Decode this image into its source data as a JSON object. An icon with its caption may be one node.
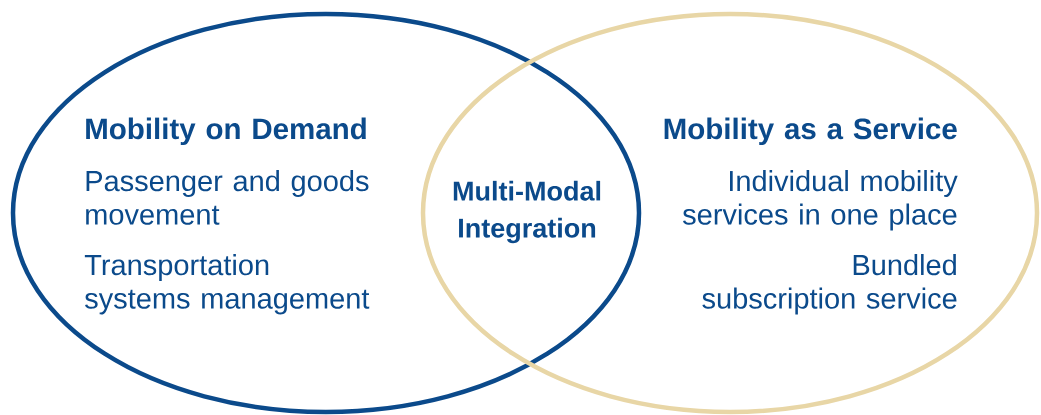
{
  "diagram": {
    "nodes": [
      {
        "text": [
          "Mobility on Demand",
          "Passenger and goods movement",
          "Transportation systems management"
        ]
      },
      {
        "text": [
          "Mobility as a Service",
          "Individual mobility services in one place",
          "Bundled subscription service"
        ]
      }
    ],
    "labels": [
      "Multi-Modal Integration"
    ]
  }
}
